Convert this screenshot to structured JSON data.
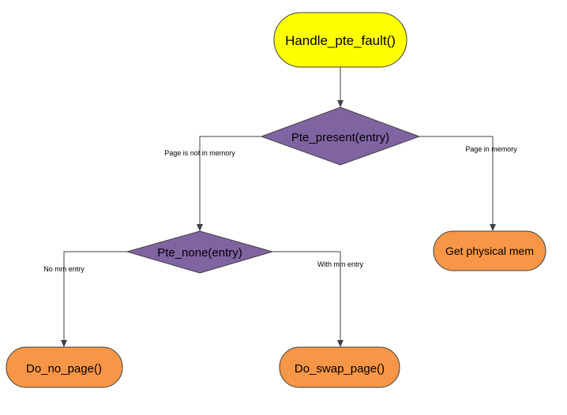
{
  "colors": {
    "start_fill": "#ffff00",
    "decision_fill": "#8064a2",
    "terminal_fill": "#f79646",
    "stroke": "#404040",
    "arrow": "#404040"
  },
  "nodes": {
    "start": "Handle_pte_fault()",
    "decision_present": "Pte_present(entry)",
    "decision_none": "Pte_none(entry)",
    "get_physical": "Get physical mem",
    "do_no_page": "Do_no_page()",
    "do_swap_page": "Do_swap_page()"
  },
  "edges": {
    "not_in_memory": "Page is not in memory",
    "in_memory": "Page in memory",
    "no_mm_entry": "No mm entry",
    "with_mm_entry": "With mm entry"
  }
}
